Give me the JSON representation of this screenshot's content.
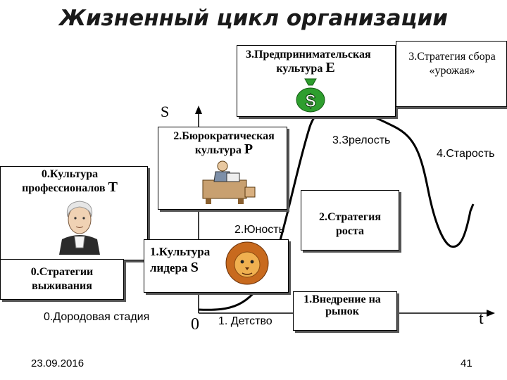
{
  "title": "Жизненный цикл организации",
  "axes": {
    "y_label": "S",
    "x_label": "t",
    "origin": "0"
  },
  "cultures": {
    "entrepreneurial": {
      "line1": "3.Предпринимательская культура",
      "letter": "E"
    },
    "bureaucratic": {
      "line1": "2.Бюрократическая культура",
      "letter": "P"
    },
    "professional": {
      "line1": "0.Культура профессионалов",
      "letter": "T"
    },
    "leader": {
      "line1": "1.Культура лидера",
      "letter": "S"
    }
  },
  "strategies": {
    "harvest": "3.Стратегия сбора «урожая»",
    "growth": "2.Стратегия роста",
    "survival": "0.Стратегии выживания",
    "market_entry": "1.Внедрение на рынок"
  },
  "stages": {
    "prenatal": "0.Дородовая стадия",
    "childhood": "1. Детство",
    "youth": "2.Юность",
    "maturity": "3.Зрелость",
    "old_age": "4.Старость"
  },
  "icons": {
    "money_bag": "money-bag-icon",
    "dollar_sign": "$",
    "clerk": "clerk-at-desk-icon",
    "portrait": "portrait-icon",
    "lion": "lion-icon"
  },
  "colors": {
    "bag": "#2e9e2e",
    "lion": "#c86a1e"
  },
  "footer": {
    "date": "23.09.2016",
    "page": "41"
  }
}
